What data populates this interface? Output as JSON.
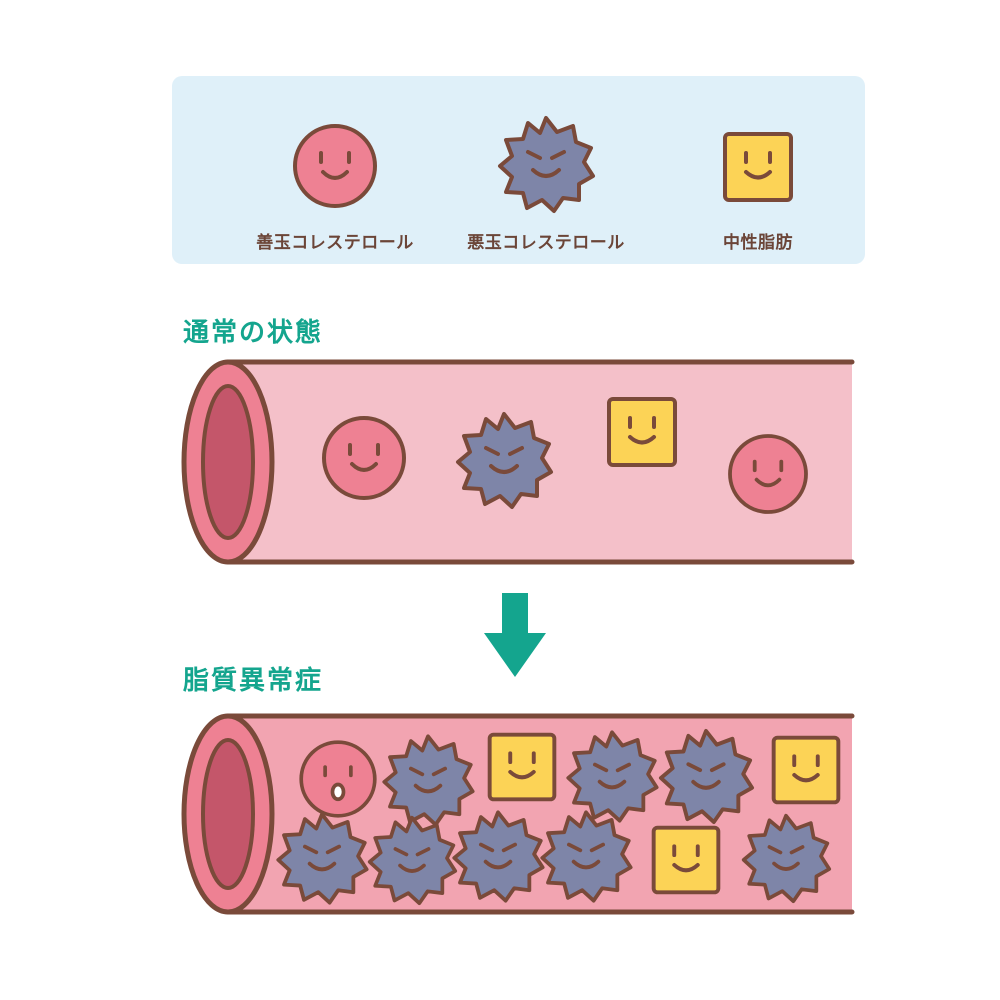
{
  "legend": {
    "items": [
      {
        "label": "善玉コレステロール",
        "icon": "good-cholesterol-icon"
      },
      {
        "label": "悪玉コレステロール",
        "icon": "bad-cholesterol-icon"
      },
      {
        "label": "中性脂肪",
        "icon": "neutral-fat-icon"
      }
    ]
  },
  "sections": {
    "normal": {
      "title": "通常の状態"
    },
    "dyslipidemia": {
      "title": "脂質異常症"
    }
  },
  "colors": {
    "outline": "#7a4a3a",
    "good": "#ee8193",
    "bad": "#7e85a8",
    "fat": "#fcd356",
    "vessel": "#f4c0c9",
    "vessel_crowded": "#f2a4b1",
    "lumen": "#c4566a",
    "arrow": "#14a58e",
    "legend_bg": "#dff0f9"
  }
}
